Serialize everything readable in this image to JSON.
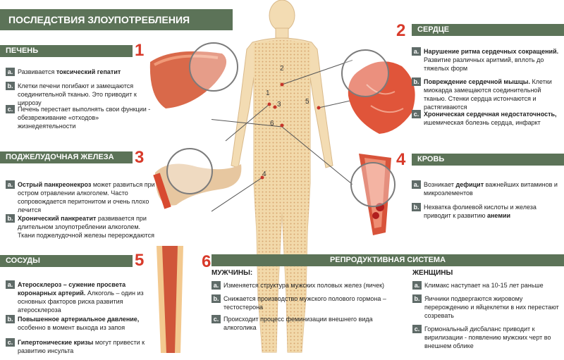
{
  "title": "ПОСЛЕДСТВИЯ ЗЛОУПОТРЕБЛЕНИЯ АЛКОГОЛЕМ",
  "body_markers": [
    "1",
    "2",
    "3",
    "4",
    "5",
    "6"
  ],
  "colors": {
    "banner": "#5c7358",
    "number": "#d83a2a",
    "badge": "#5f6b68",
    "figure": "#f2d8a8"
  },
  "sections": {
    "liver": {
      "heading": "ПЕЧЕНЬ",
      "number": "1",
      "items": [
        {
          "letter": "a.",
          "bold": "",
          "text_a": "Развивается ",
          "b": "токсический гепатит",
          "text_b": ""
        },
        {
          "letter": "b.",
          "bold": "",
          "text_a": "Клетки печени погибают и замещаются соединительной тканью. Это приводит к  циррозу",
          "b": "",
          "text_b": ""
        },
        {
          "letter": "c.",
          "bold": "",
          "text_a": "Печень перестает выполнять свои функции - обезвреживание «отходов» жизнедеятельности",
          "b": "",
          "text_b": ""
        }
      ]
    },
    "heart": {
      "heading": "СЕРДЦЕ",
      "number": "2",
      "items": [
        {
          "letter": "a.",
          "b": "Нарушение ритма сердечных сокращений.",
          "text_b": " Развитие различных аритмий, вплоть до тяжелых форм"
        },
        {
          "letter": "b.",
          "b": "Повреждение сердечной мышцы.",
          "text_b": "  Клетки миокарда замещаются соединительной тканью. Стенки сердца истончаются и растягиваются"
        },
        {
          "letter": "c.",
          "b": "Хроническая сердечная недостаточность,",
          "text_b": " ишемическая болезнь сердца, инфаркт"
        }
      ]
    },
    "pancreas": {
      "heading": "ПОДЖЕЛУДОЧНАЯ ЖЕЛЕЗА",
      "number": "3",
      "items": [
        {
          "letter": "a.",
          "b": "Острый панкреонекроз",
          "text_b": "  может развиться при остром отравлении алкоголем. Часто сопровождается перитонитом и очень плохо лечится"
        },
        {
          "letter": "b.",
          "b": "Хронический панкреатит",
          "text_b": " развивается при длительном злоупотреблении алкоголем. Ткани поджелудочной железы перерождаются"
        }
      ]
    },
    "blood": {
      "heading": "КРОВЬ",
      "number": "4",
      "items": [
        {
          "letter": "a.",
          "text_a": "Возникает ",
          "b": "дефицит",
          "text_b": "  важнейших витаминов и микроэлементов"
        },
        {
          "letter": "b.",
          "text_a": "Нехватка фолиевой кислоты и железа приводит к развитию  ",
          "b": "анемии",
          "text_b": ""
        }
      ]
    },
    "vessels": {
      "heading": "СОСУДЫ",
      "number": "5",
      "items": [
        {
          "letter": "a.",
          "b": "Атеросклероз – сужение просвета коронарных артерий.",
          "text_b": " Алкоголь – один из основных факторов риска развития атеросклероза"
        },
        {
          "letter": "b.",
          "b": "Повышенное артериальное давление,",
          "text_b": " особенно в момент выхода из запоя"
        },
        {
          "letter": "c.",
          "b": "Гипертонические кризы",
          "text_b": "  могут привести к развитию инсульта"
        }
      ]
    },
    "repro": {
      "heading": "РЕПРОДУКТИВНАЯ СИСТЕМА",
      "number": "6",
      "men_label": "МУЖЧИНЫ:",
      "women_label": "ЖЕНЩИНЫ",
      "men": [
        {
          "letter": "a.",
          "text": "Изменяется структура мужских половых желез (яичек)"
        },
        {
          "letter": "b.",
          "text": "Снижается производство мужского полового гормона – тестостерона"
        },
        {
          "letter": "c.",
          "text": "Происходит процесс феминизации внешнего вида алкоголика"
        }
      ],
      "women": [
        {
          "letter": "a.",
          "text": "Климакс наступает на 10-15 лет раньше"
        },
        {
          "letter": "b.",
          "text": "Яичники подвергаются жировому перерождению и яйцеклетки в них перестают созревать"
        },
        {
          "letter": "c.",
          "text": "Гормональный дисбаланс приводит к вирилизации - появлению мужских черт во внешнем облике"
        }
      ]
    }
  }
}
